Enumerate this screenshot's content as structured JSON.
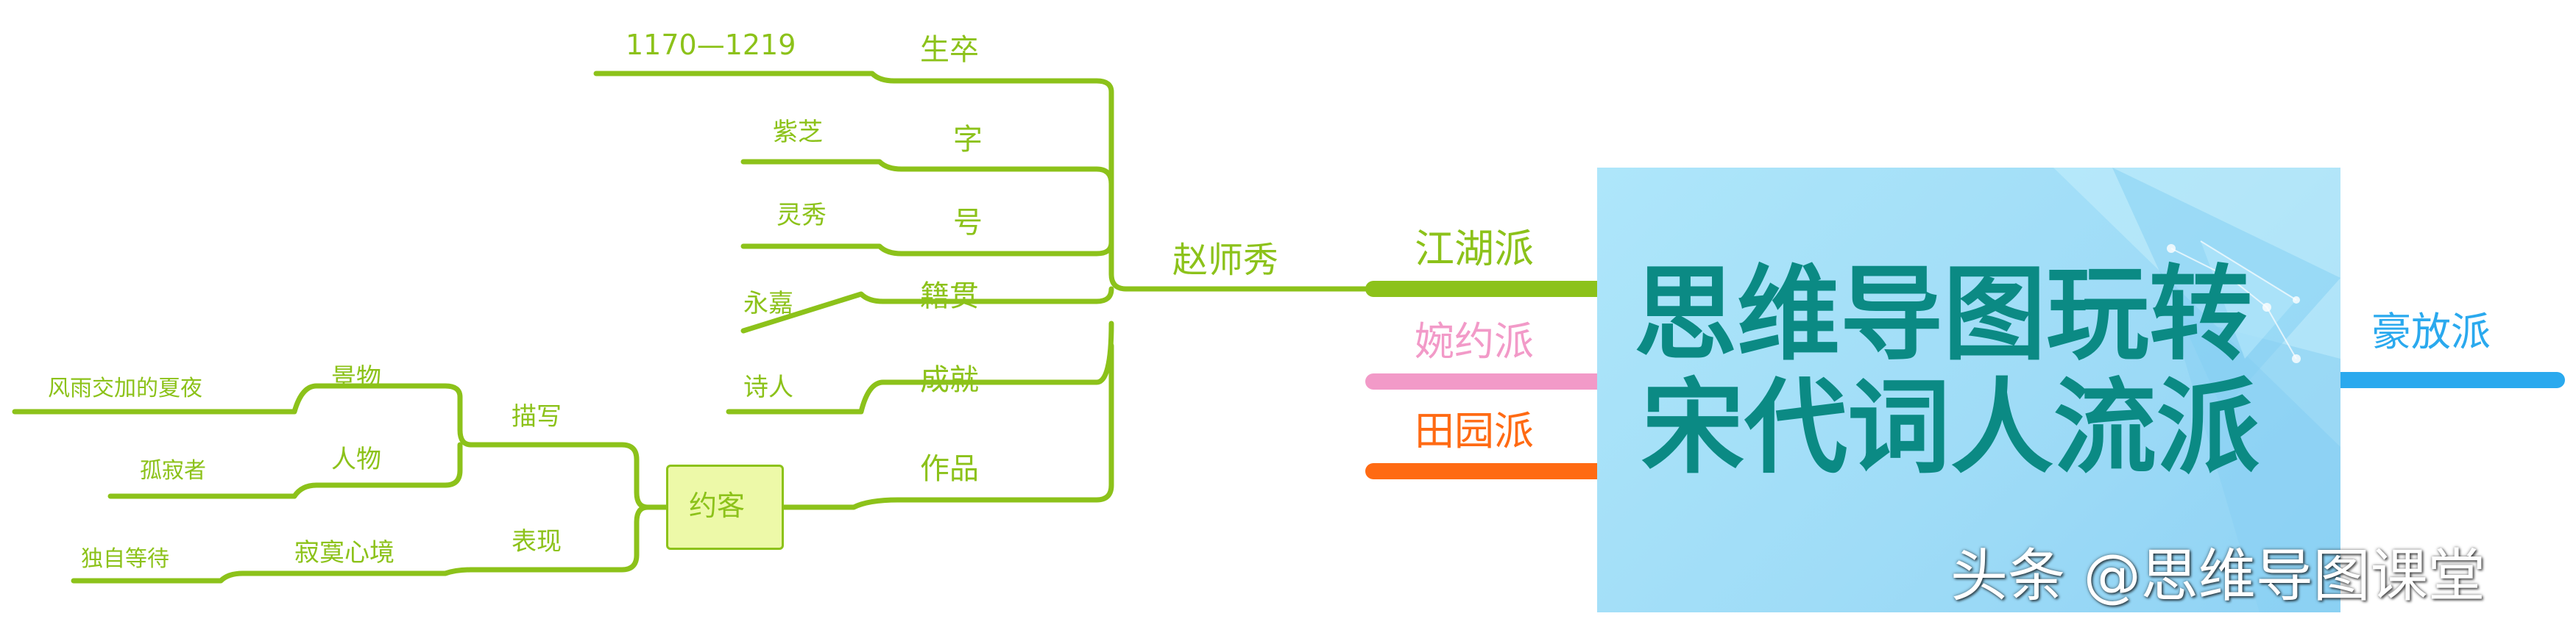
{
  "center": {
    "title_line1": "思维导图玩转",
    "title_line2": "宋代词人流派"
  },
  "branches": {
    "jianghu": {
      "label": "江湖派",
      "color": "#8cc21a"
    },
    "wanyue": {
      "label": "婉约派",
      "color": "#f29ac8"
    },
    "tianyuan": {
      "label": "田园派",
      "color": "#ff6a13"
    },
    "haofang": {
      "label": "豪放派",
      "color": "#2aa9ee"
    }
  },
  "poet": {
    "name": "赵师秀",
    "attributes": [
      {
        "label": "生卒",
        "value": "1170—1219"
      },
      {
        "label": "字",
        "value": "紫芝"
      },
      {
        "label": "号",
        "value": "灵秀"
      },
      {
        "label": "籍贯",
        "value": "永嘉"
      },
      {
        "label": "成就",
        "value": "诗人"
      },
      {
        "label": "作品",
        "value": ""
      }
    ],
    "work": {
      "title": "约客",
      "sections": [
        {
          "label": "描写",
          "items": [
            {
              "label": "景物",
              "value": "风雨交加的夏夜"
            },
            {
              "label": "人物",
              "value": "孤寂者"
            }
          ]
        },
        {
          "label": "表现",
          "items": [
            {
              "label": "寂寞心境",
              "value": "独自等待"
            }
          ]
        }
      ]
    }
  },
  "watermark": "头条 @思维导图课堂"
}
